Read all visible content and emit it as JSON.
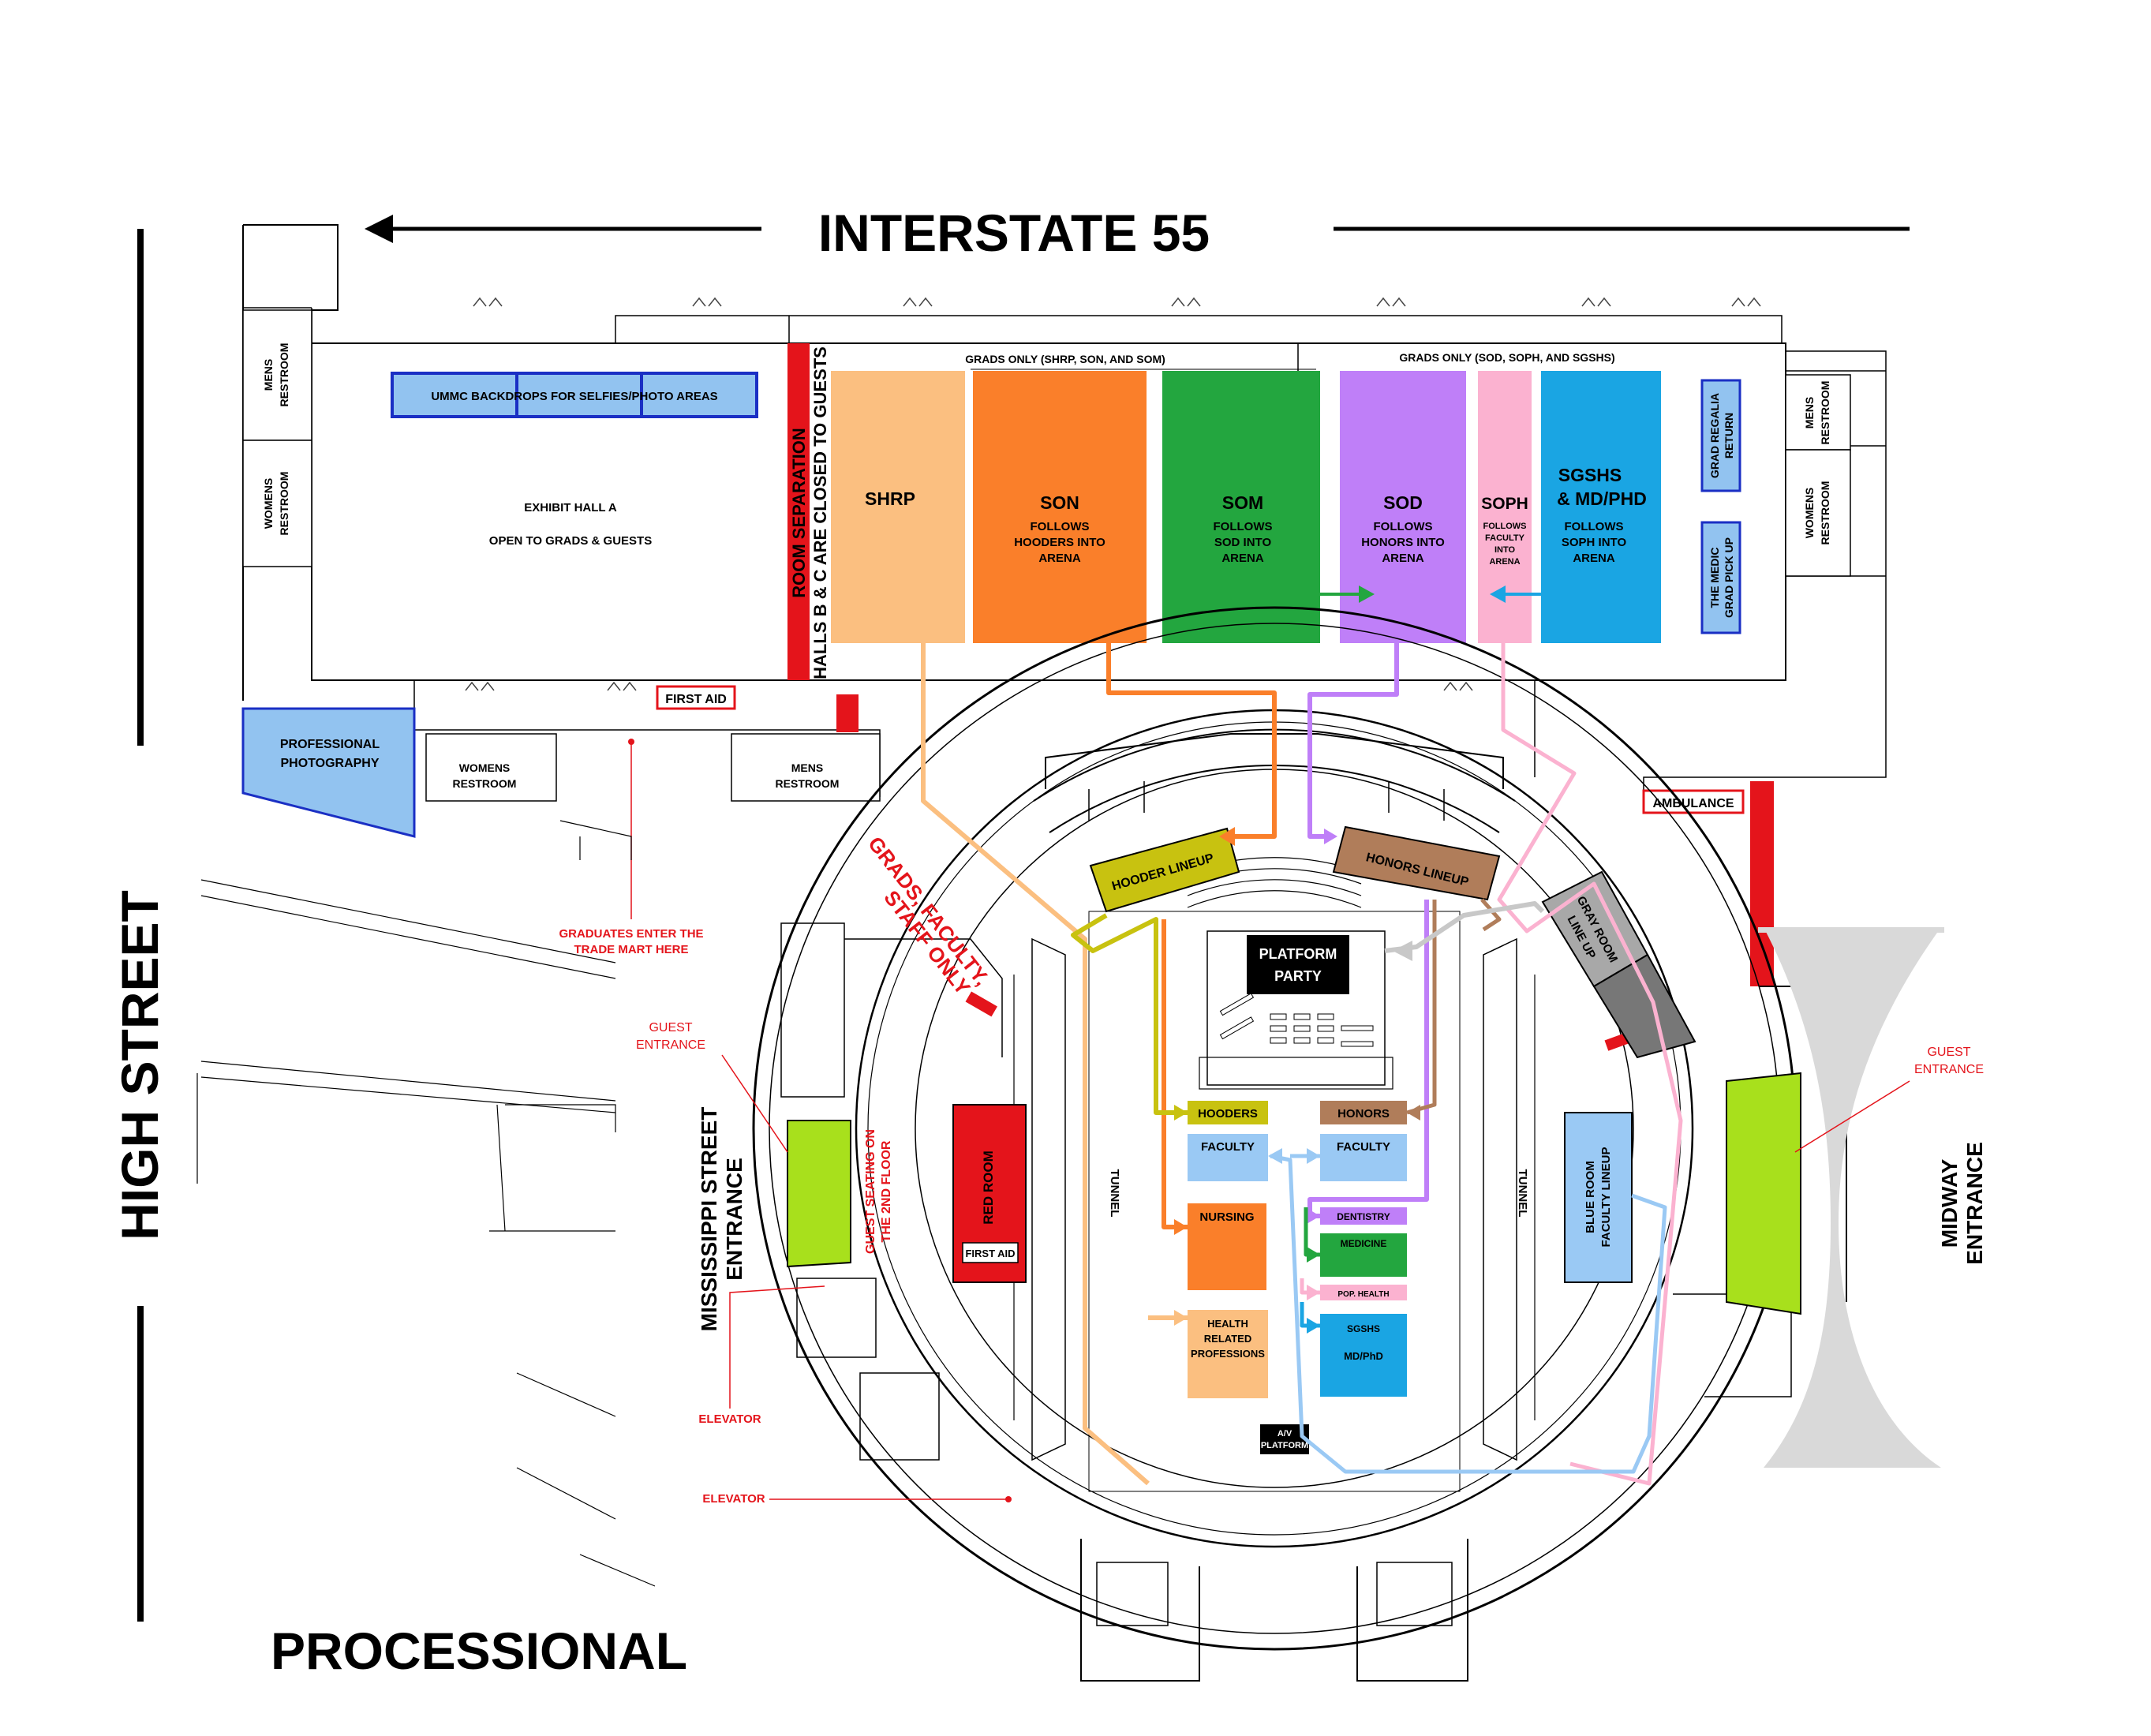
{
  "headings": {
    "interstate": "INTERSTATE 55",
    "high_street": "HIGH STREET",
    "processional": "PROCESSIONAL",
    "mississippi_entrance_1": "MISSISSIPPI STREET",
    "mississippi_entrance_2": "ENTRANCE",
    "midway_entrance_1": "MIDWAY",
    "midway_entrance_2": "ENTRANCE"
  },
  "exhibit_hall": {
    "backdrops": "UMMC BACKDROPS FOR SELFIES/PHOTO AREAS",
    "name": "EXHIBIT HALL A",
    "note": "OPEN TO GRADS & GUESTS",
    "separation_1": "ROOM SEPARATION",
    "separation_2": "HALLS B & C ARE CLOSED TO GUESTS",
    "grads_only_1": "GRADS ONLY (SHRP, SON, AND SOM)",
    "grads_only_2": "GRADS ONLY (SOD, SOPH, AND SGSHS)"
  },
  "schools": [
    {
      "code": "SHRP",
      "note": ""
    },
    {
      "code": "SON",
      "note_1": "FOLLOWS",
      "note_2": "HOODERS INTO",
      "note_3": "ARENA"
    },
    {
      "code": "SOM",
      "note_1": "FOLLOWS",
      "note_2": "SOD INTO",
      "note_3": "ARENA"
    },
    {
      "code": "SOD",
      "note_1": "FOLLOWS",
      "note_2": "HONORS INTO",
      "note_3": "ARENA"
    },
    {
      "code": "SOPH",
      "note_1": "FOLLOWS",
      "note_2": "FACULTY",
      "note_3": "INTO",
      "note_4": "ARENA"
    },
    {
      "code_1": "SGSHS",
      "code_2": "& MD/PHD",
      "note_1": "FOLLOWS",
      "note_2": "SOPH INTO",
      "note_3": "ARENA"
    }
  ],
  "side_boxes": {
    "regalia_1": "GRAD REGALIA",
    "regalia_2": "RETURN",
    "medic_1": "THE MEDIC",
    "medic_2": "GRAD PICK UP"
  },
  "restrooms": {
    "mens": "MENS",
    "womens": "WOMENS",
    "restroom": "RESTROOM"
  },
  "labels": {
    "first_aid": "FIRST AID",
    "ambulance": "AMBULANCE",
    "pro_photo_1": "PROFESSIONAL",
    "pro_photo_2": "PHOTOGRAPHY",
    "grads_enter_1": "GRADUATES ENTER THE",
    "grads_enter_2": "TRADE MART HERE",
    "grads_faculty_1": "GRADS, FACULTY,",
    "grads_faculty_2": "STAFF ONLY",
    "guest_entrance_1": "GUEST",
    "guest_entrance_2": "ENTRANCE",
    "guest_seating_1": "GUEST SEATING ON",
    "guest_seating_2": "THE 2ND FLOOR",
    "elevator": "ELEVATOR",
    "red_room": "RED ROOM",
    "tunnel": "TUNNEL",
    "hooder_lineup": "HOODER LINEUP",
    "honors_lineup": "HONORS LINEUP",
    "gray_room_1": "GRAY ROOM",
    "gray_room_2": "LINE UP",
    "blue_room_1": "BLUE ROOM",
    "blue_room_2": "FACULTY LINEUP",
    "platform_1": "PLATFORM",
    "platform_2": "PARTY",
    "av_1": "A/V",
    "av_2": "PLATFORM"
  },
  "floor_seating": {
    "hooders": "HOODERS",
    "faculty": "FACULTY",
    "nursing": "NURSING",
    "hrp_1": "HEALTH",
    "hrp_2": "RELATED",
    "hrp_3": "PROFESSIONS",
    "honors": "HONORS",
    "faculty_right": "FACULTY",
    "dentistry": "DENTISTRY",
    "medicine": "MEDICINE",
    "pop_health": "POP. HEALTH",
    "sgshs": "SGSHS",
    "mdphd": "MD/PhD"
  },
  "colors": {
    "shrp": "#fbbf80",
    "son": "#fa7f2a",
    "som": "#23a63f",
    "sod": "#bf7ff8",
    "soph": "#fbb2d0",
    "sgshs": "#1aa5e3",
    "hooder": "#c8c210",
    "honors": "#b07d5a",
    "gray_room": "#a8a8a8",
    "blue_room": "#9ac9f4",
    "lime": "#a8e01c",
    "red": "#e4141b",
    "backdrop": "#92c3f0"
  }
}
